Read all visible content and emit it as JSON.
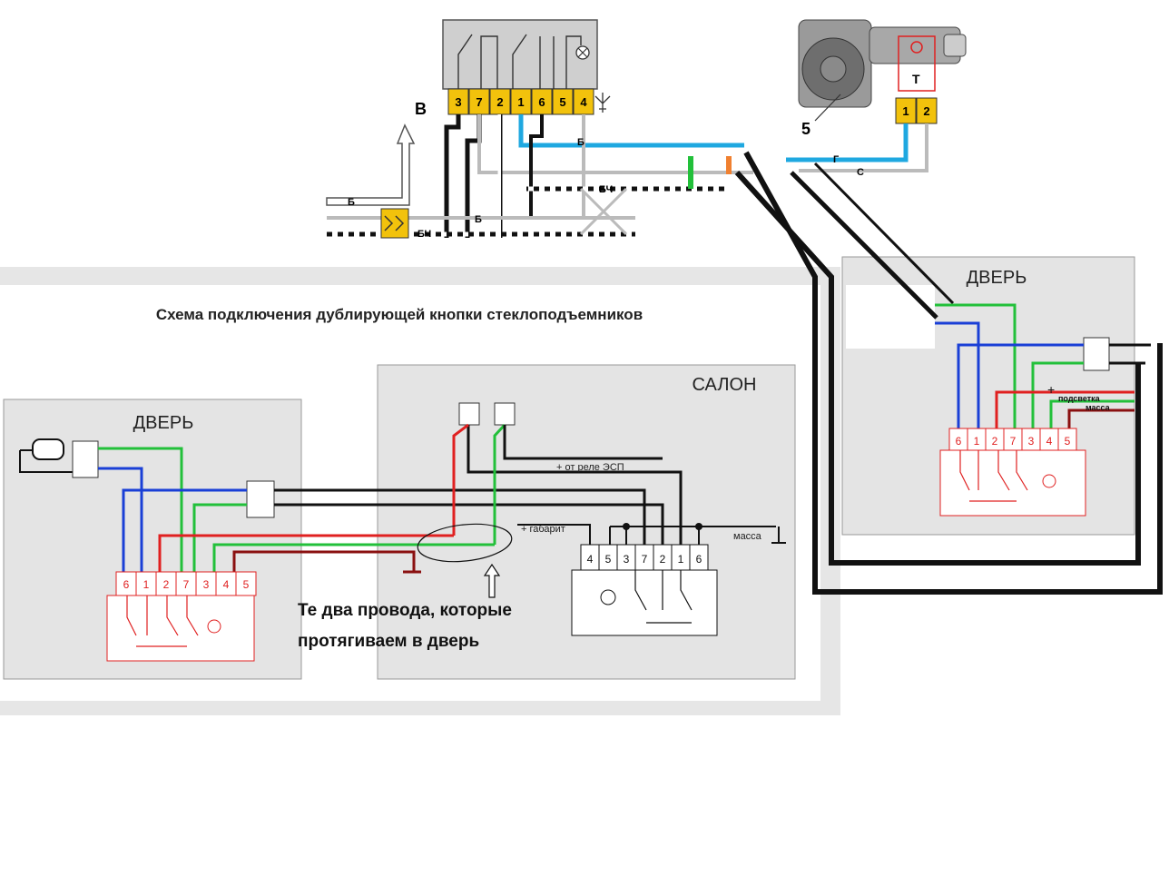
{
  "top_block": {
    "pins": [
      "3",
      "7",
      "2",
      "1",
      "6",
      "5",
      "4"
    ],
    "label_v": "В",
    "wire_b1": "Б",
    "wire_b2": "Б",
    "wire_b3": "Б",
    "wire_bch1": "БЧ",
    "wire_bch2": "БЧ"
  },
  "motor": {
    "label_num": "5",
    "label_t": "Т",
    "pins": [
      "1",
      "2"
    ],
    "wire_g": "Г",
    "wire_s": "С"
  },
  "scheme_title": "Схема подключения дублирующей кнопки стеклоподъемников",
  "left_door": {
    "title": "ДВЕРЬ",
    "pins": [
      "6",
      "1",
      "2",
      "7",
      "3",
      "4",
      "5"
    ]
  },
  "salon": {
    "title": "САЛОН",
    "pins": [
      "4",
      "5",
      "3",
      "7",
      "2",
      "1",
      "6"
    ],
    "label_esp": "+ от реле ЭСП",
    "label_gabarit": "+ габарит",
    "label_massa": "масса"
  },
  "annotation": {
    "line1": "Те два провода, которые",
    "line2": "протягиваем в дверь"
  },
  "right_door": {
    "title": "ДВЕРЬ",
    "pins": [
      "6",
      "1",
      "2",
      "7",
      "3",
      "4",
      "5"
    ],
    "plus": "+",
    "label_podsvetka": "подсветка",
    "label_massa": "масса"
  },
  "colors": {
    "yellow": "#f2c20c",
    "blue": "#1fa8e0",
    "wire_blue": "#1a3fd6",
    "green": "#22c03a",
    "red": "#e02020",
    "darkred": "#8a1010",
    "panel": "#e4e4e4"
  }
}
